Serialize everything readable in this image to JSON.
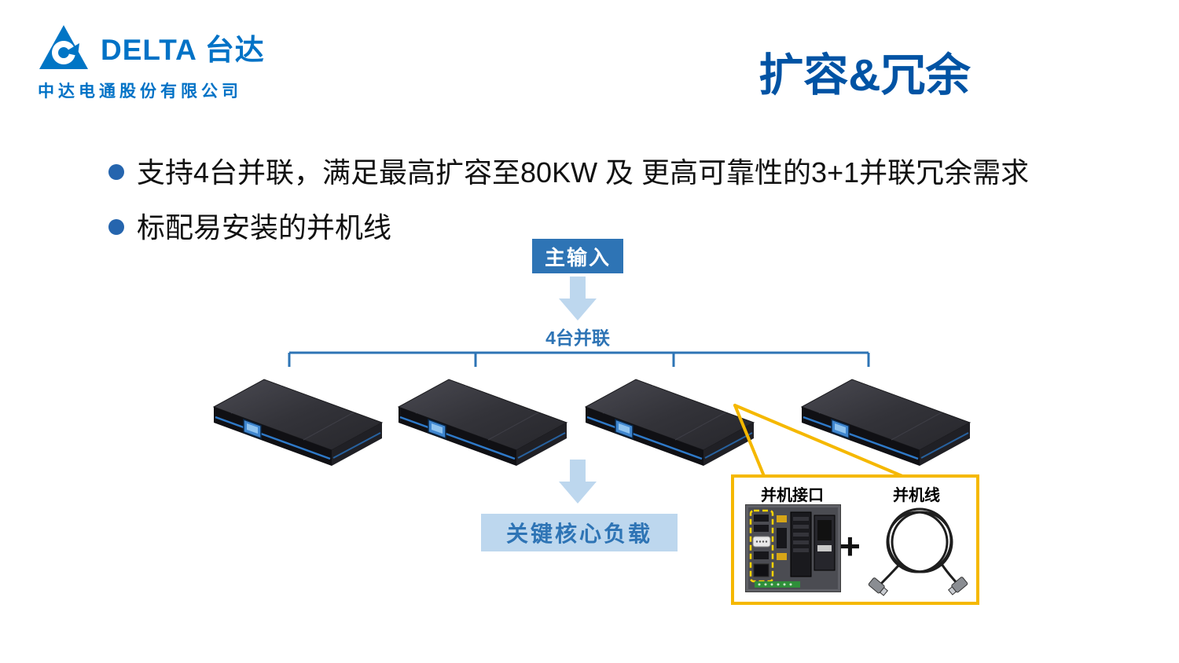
{
  "header": {
    "brand": "DELTA 台达",
    "company": "中达电通股份有限公司",
    "title": "扩容&冗余"
  },
  "bullets": [
    {
      "text": "支持4台并联，满足最高扩容至80KW 及 更高可靠性的3+1并联冗余需求"
    },
    {
      "text": "标配易安装的并机线"
    }
  ],
  "diagram": {
    "main_input": "主输入",
    "parallel_label": "4台并联",
    "load_label": "关键核心负载",
    "ups_count": 4,
    "callout": {
      "interface_label": "并机接口",
      "cable_label": "并机线",
      "plus": "+"
    }
  },
  "colors": {
    "brand_blue": "#0072C6",
    "title_blue": "#0053A4",
    "diagram_blue": "#2E74B5",
    "light_blue": "#BDD7EE",
    "callout_yellow": "#F5B800",
    "device_black": "#101014"
  }
}
